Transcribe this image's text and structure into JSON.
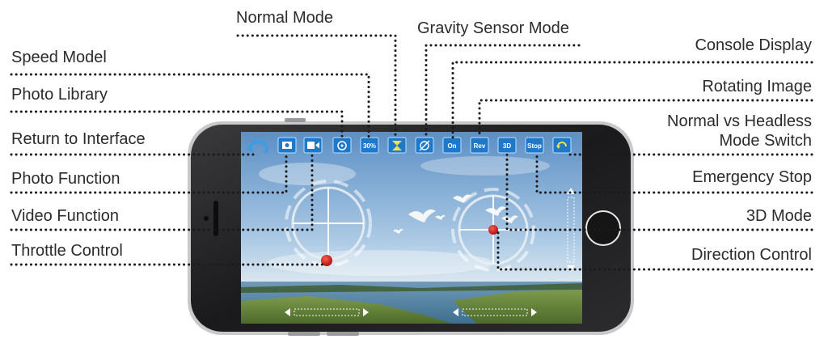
{
  "labels_top": {
    "normal_mode": "Normal Mode",
    "gravity_sensor_mode": "Gravity Sensor Mode"
  },
  "labels_left": {
    "speed_model": "Speed Model",
    "photo_library": "Photo Library",
    "return_to_interface": "Return to Interface",
    "photo_function": "Photo Function",
    "video_function": "Video Function",
    "throttle_control": "Throttle Control"
  },
  "labels_right": {
    "console_display": "Console Display",
    "rotating_image": "Rotating Image",
    "headless_line1": "Normal vs Headless",
    "headless_line2": "Mode Switch",
    "emergency_stop": "Emergency Stop",
    "mode_3d": "3D Mode",
    "direction_control": "Direction Control"
  },
  "toolbar": {
    "speed_text": "30%",
    "console_text": "On",
    "rotate_text": "Rev",
    "mode3d_text": "3D",
    "stop_text": "Stop"
  },
  "colors": {
    "label_text": "#2b2b2b",
    "leader_dots": "#1a1a1a",
    "phone_body": "#1c1c1e",
    "button_blue": "#1f78c8",
    "joystick_knob": "#c0181b"
  }
}
